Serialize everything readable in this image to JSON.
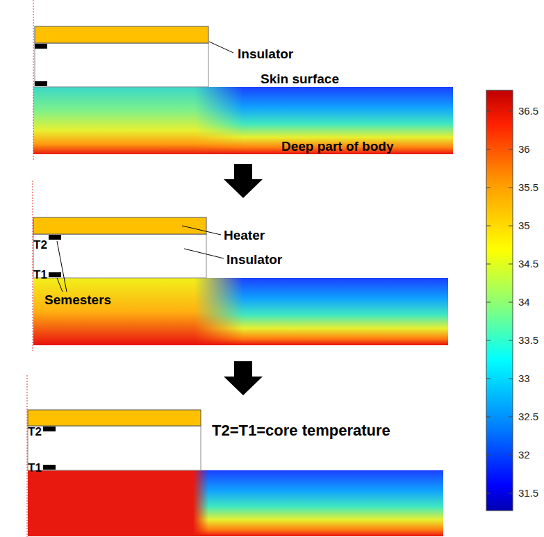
{
  "diagram": {
    "labels": [
      "Insulator",
      "Skin surface",
      "Deep part of body",
      "T2",
      "T1",
      "Heater",
      "Insulator",
      "Semesters",
      "T2",
      "T1",
      "T2=T1=core  temperature",
      "36.5",
      "36",
      "35.5",
      "35",
      "34.5",
      "34",
      "33.5",
      "33",
      "32.5",
      "32",
      "31.5"
    ]
  }
}
